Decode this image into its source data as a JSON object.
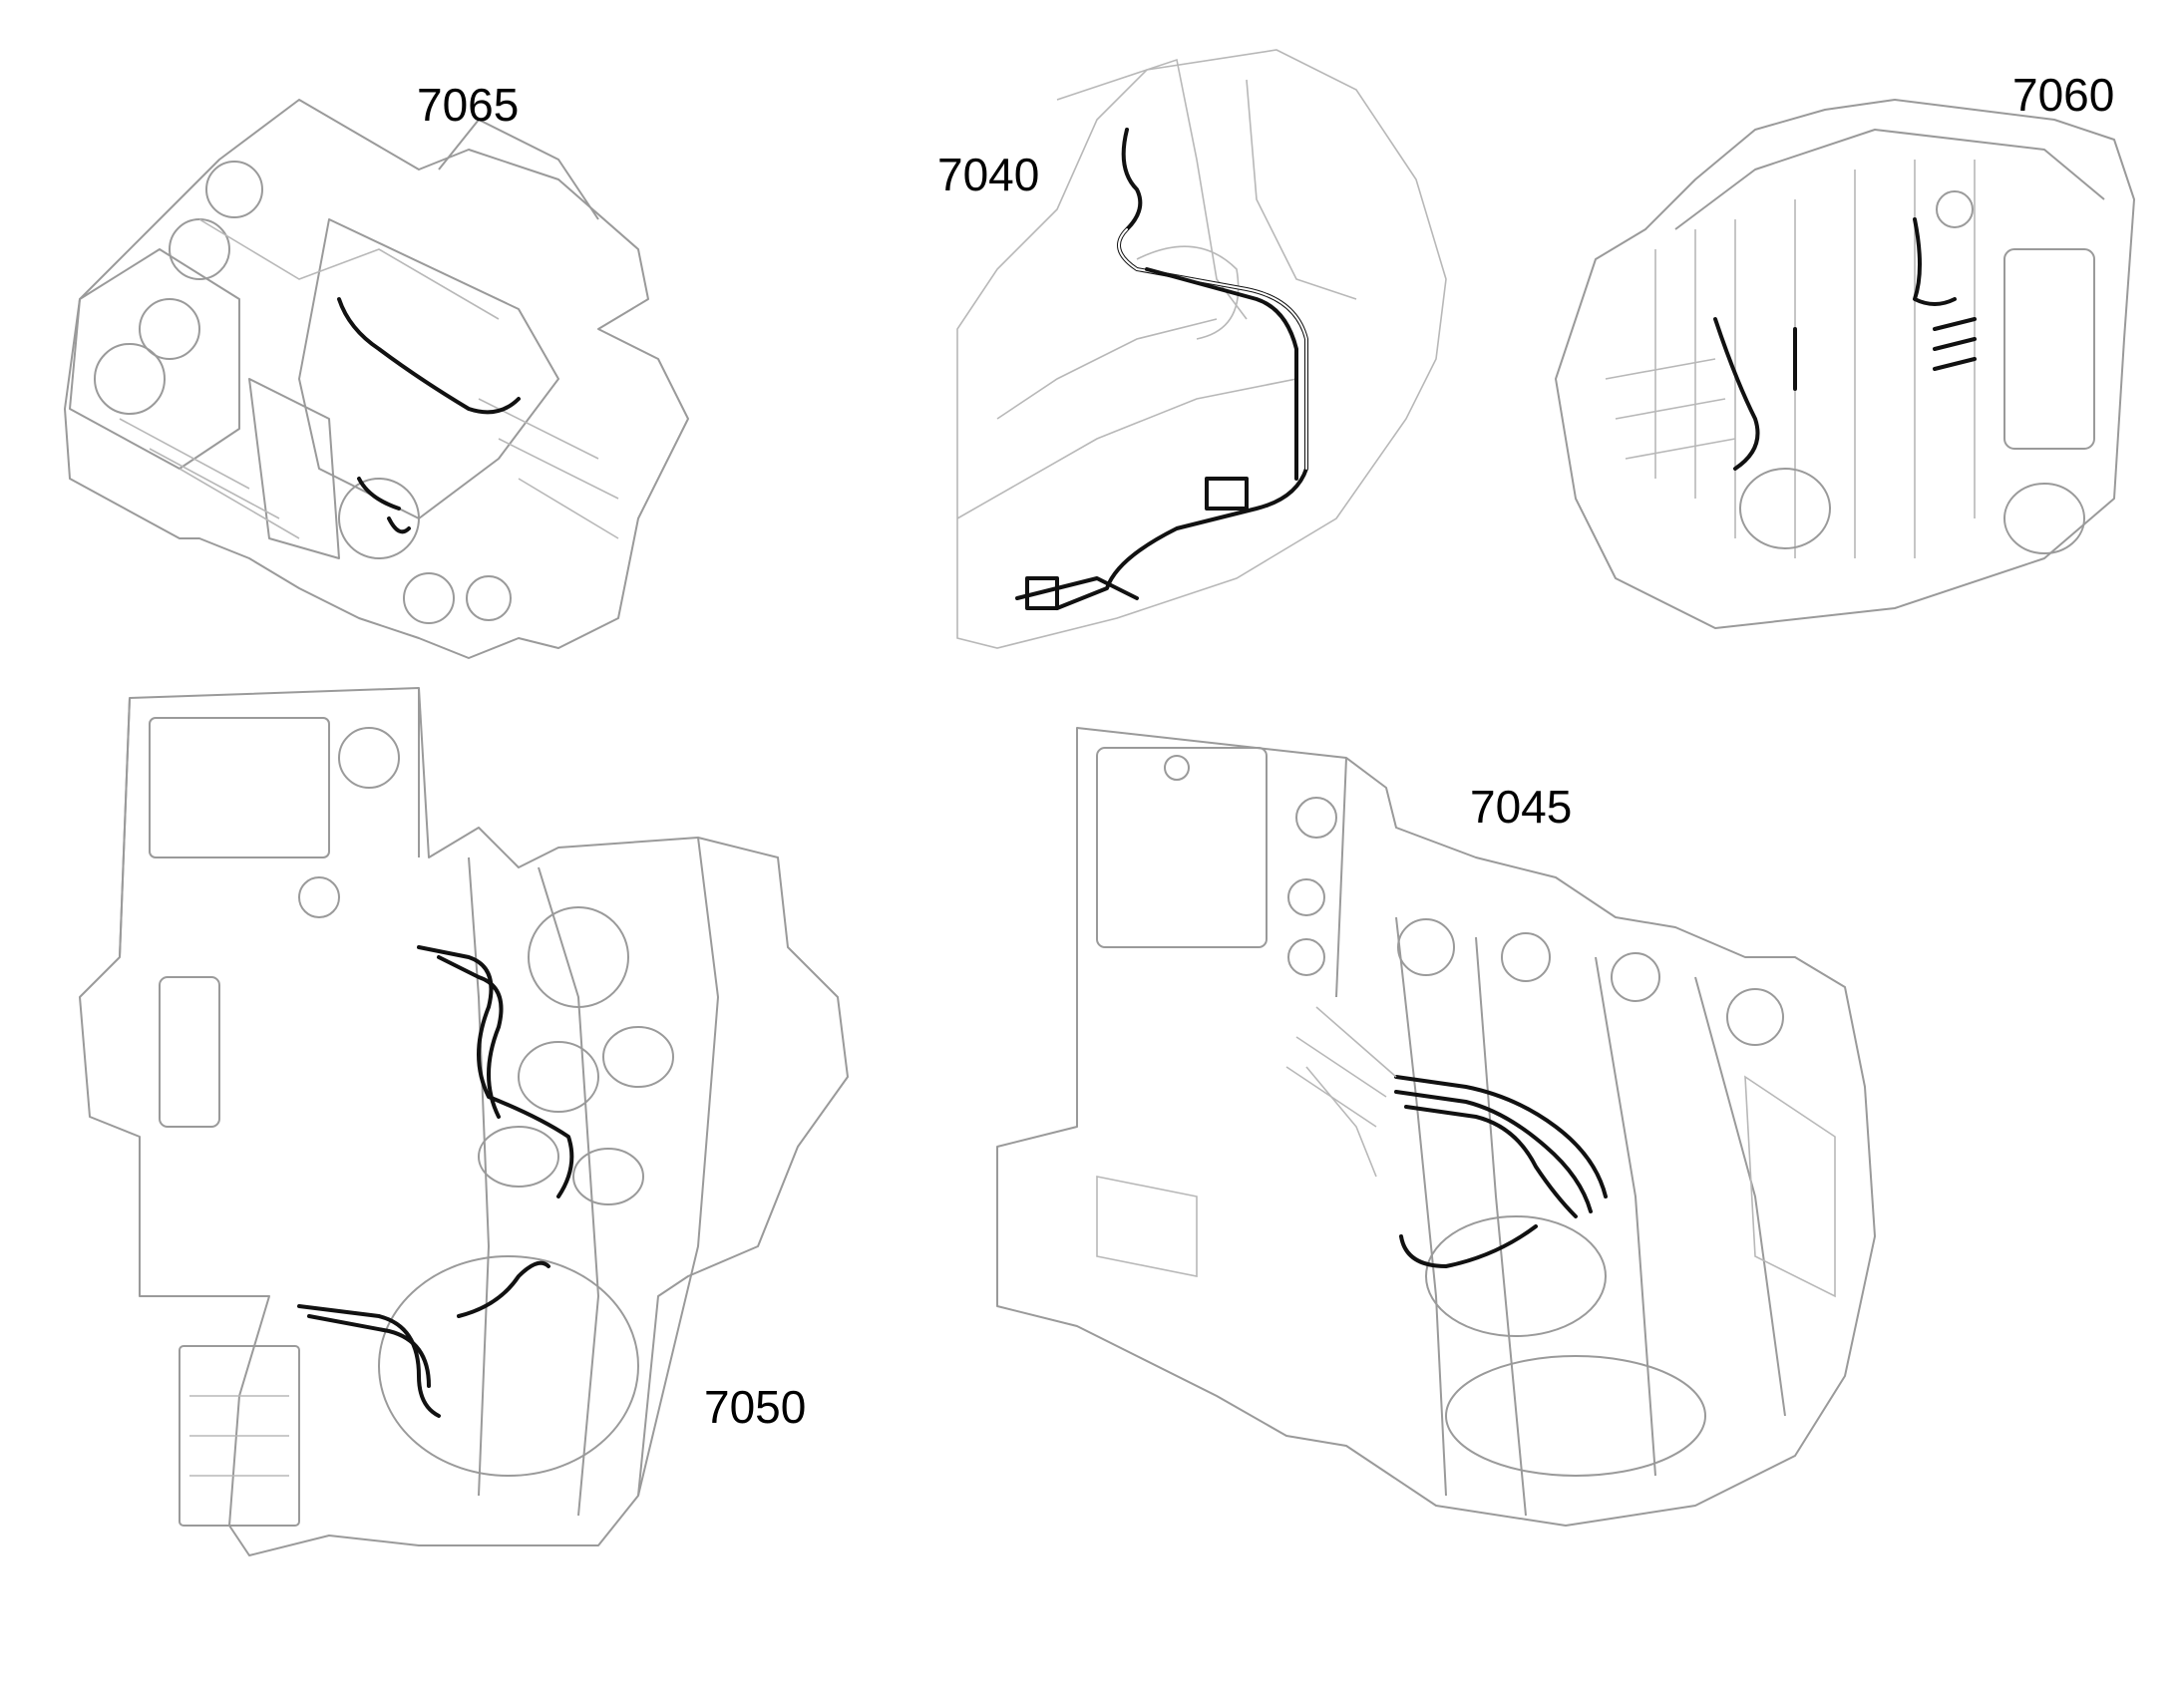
{
  "callouts": [
    {
      "id": "7065",
      "text": "7065"
    },
    {
      "id": "7040",
      "text": "7040"
    },
    {
      "id": "7060",
      "text": "7060"
    },
    {
      "id": "7045",
      "text": "7045"
    },
    {
      "id": "7050",
      "text": "7050"
    }
  ],
  "colors": {
    "frame": "#9a9a9a",
    "hose": "#111111",
    "background": "#ffffff"
  }
}
